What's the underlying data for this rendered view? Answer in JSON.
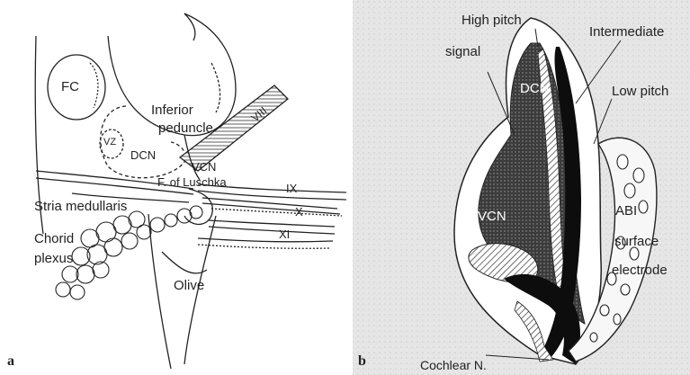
{
  "panel_a": {
    "panel_letter": "a",
    "labels": {
      "fc": "FC",
      "inferior_peduncle_1": "Inferior",
      "inferior_peduncle_2": "peduncle",
      "viii": "VIII",
      "vz": "VZ",
      "dcn": "DCN",
      "vcn": "VCN",
      "f_of_luschka": "F. of Luschka",
      "ix": "IX",
      "stria_medullaris": "Stria medullaris",
      "x": "X",
      "chorid_1": "Chorid",
      "chorid_2": "plexus",
      "xi": "XI",
      "olive": "Olive"
    }
  },
  "panel_b": {
    "panel_letter": "b",
    "labels": {
      "high_pitch": "High pitch",
      "signal": "signal",
      "intermediate": "Intermediate",
      "dcn": "DCN",
      "low_pitch": "Low pitch",
      "vcn": "VCN",
      "abi": "ABI",
      "surface": "surface",
      "electrode": "electrode",
      "cochlear_n": "Cochlear N."
    }
  },
  "colors": {
    "background": "#ffffff",
    "line": "#222222",
    "stipple_bg": "#e4e4e4",
    "dark_fill": "#3a3a3a",
    "black_fill": "#0d0d0d"
  }
}
